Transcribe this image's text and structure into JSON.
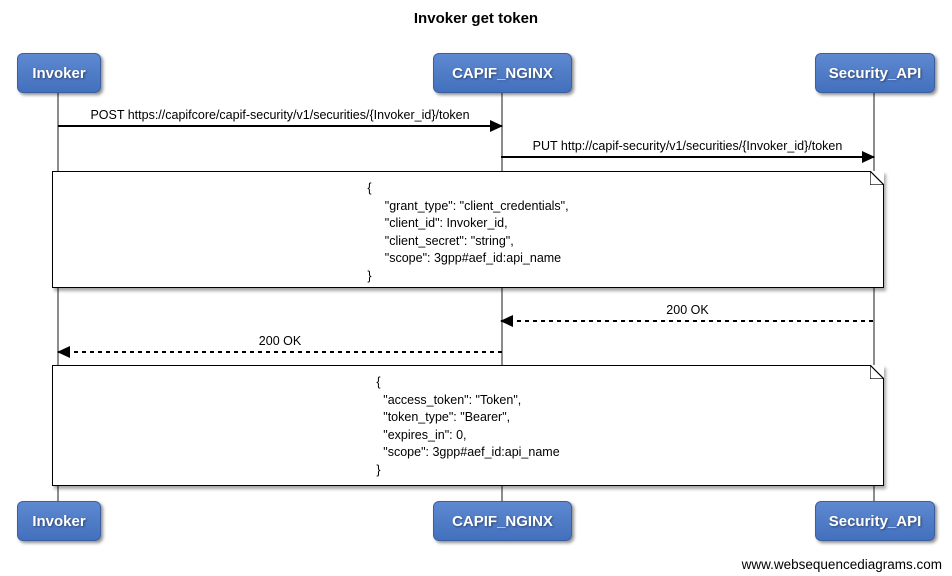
{
  "title": "Invoker get token",
  "watermark": "www.websequencediagrams.com",
  "actors": [
    {
      "label": "Invoker"
    },
    {
      "label": "CAPIF_NGINX"
    },
    {
      "label": "Security_API"
    }
  ],
  "messages": [
    {
      "from": "Invoker",
      "to": "CAPIF_NGINX",
      "label": "POST https://capifcore/capif-security/v1/securities/{Invoker_id}/token",
      "line": "solid",
      "direction": "right"
    },
    {
      "from": "CAPIF_NGINX",
      "to": "Security_API",
      "label": "PUT http://capif-security/v1/securities/{Invoker_id}/token",
      "line": "solid",
      "direction": "right"
    },
    {
      "from": "Security_API",
      "to": "CAPIF_NGINX",
      "label": "200 OK",
      "line": "dashed",
      "direction": "left"
    },
    {
      "from": "CAPIF_NGINX",
      "to": "Invoker",
      "label": "200 OK",
      "line": "dashed",
      "direction": "left"
    }
  ],
  "notes": [
    {
      "text": "{\n     \"grant_type\": \"client_credentials\",\n     \"client_id\": Invoker_id,\n     \"client_secret\": \"string\",\n     \"scope\": 3gpp#aef_id:api_name\n}"
    },
    {
      "text": "{\n  \"access_token\": \"Token\",\n  \"token_type\": \"Bearer\",\n  \"expires_in\": 0,\n  \"scope\": 3gpp#aef_id:api_name\n}"
    }
  ],
  "icons": [
    {
      "name": "note-dogear-icon",
      "meaning": "folded page corner of note"
    }
  ],
  "colors": {
    "actor_fill_top": "#5e89d1",
    "actor_fill_bottom": "#4370bd",
    "actor_border": "#3a5f9e",
    "actor_text": "#ffffff",
    "lifeline": "#8c8c8c",
    "message_line": "#000000",
    "note_background": "#ffffff",
    "note_border": "#000000",
    "title_text": "#000000"
  }
}
